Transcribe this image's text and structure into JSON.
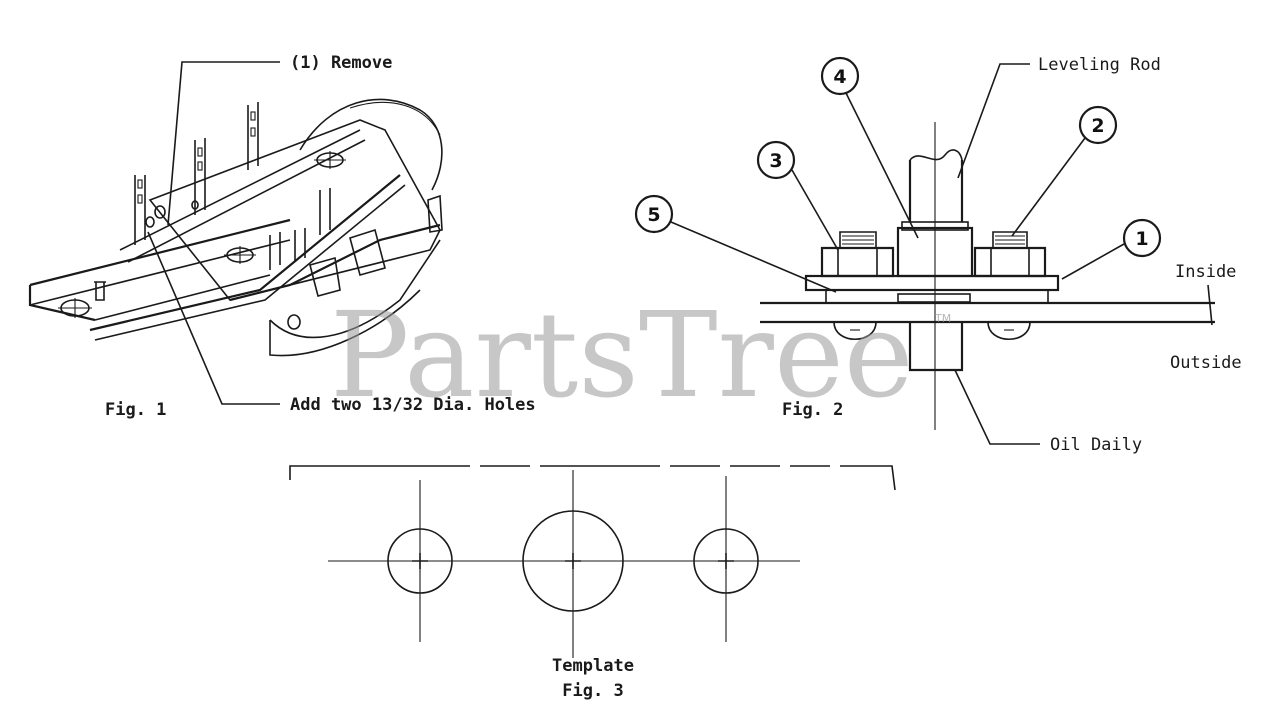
{
  "fig1": {
    "caption": "Fig. 1",
    "callout_remove": "(1)  Remove",
    "callout_holes": "Add two 13/32 Dia. Holes"
  },
  "fig2": {
    "caption": "Fig. 2",
    "leveling_rod": "Leveling Rod",
    "inside": "Inside",
    "outside": "Outside",
    "oil_daily": "Oil Daily",
    "callouts": [
      "1",
      "2",
      "3",
      "4",
      "5"
    ]
  },
  "fig3": {
    "caption_template": "Template",
    "caption": "Fig. 3"
  },
  "watermark": {
    "text": "PartsTree",
    "tm": "TM"
  }
}
